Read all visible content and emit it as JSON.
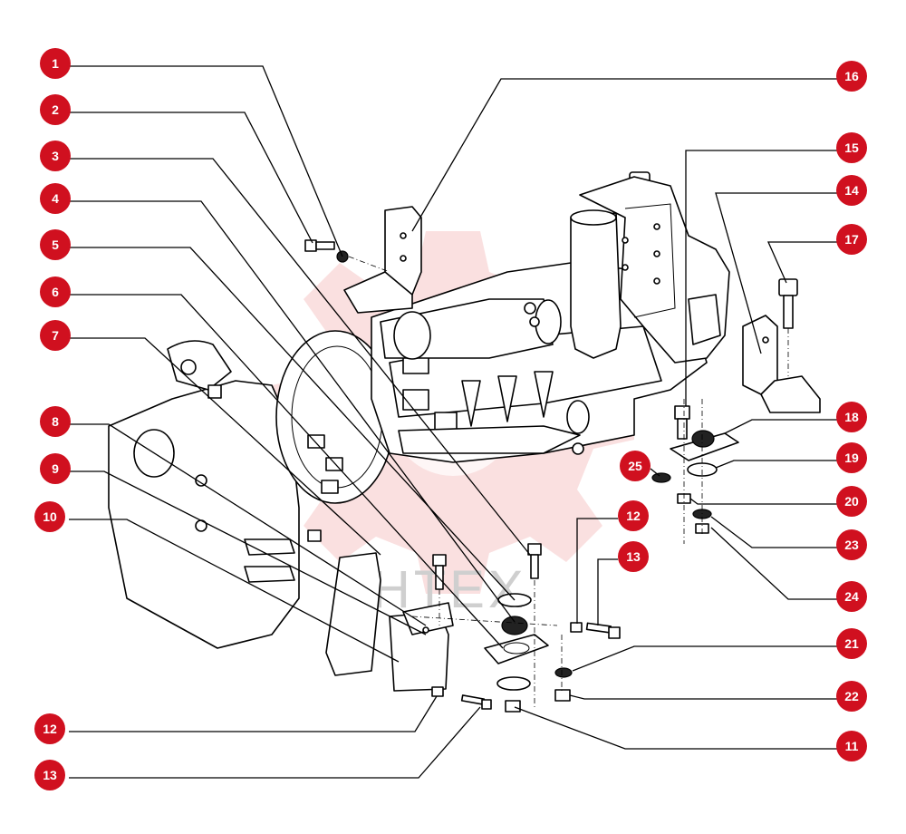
{
  "watermark": {
    "text": "УНТЕХ",
    "color": "#d0101f"
  },
  "accent_color": "#d0101f",
  "callouts": [
    {
      "id": "c1",
      "label": "1"
    },
    {
      "id": "c2",
      "label": "2"
    },
    {
      "id": "c3",
      "label": "3"
    },
    {
      "id": "c4",
      "label": "4"
    },
    {
      "id": "c5",
      "label": "5"
    },
    {
      "id": "c6",
      "label": "6"
    },
    {
      "id": "c7",
      "label": "7"
    },
    {
      "id": "c8",
      "label": "8"
    },
    {
      "id": "c9",
      "label": "9"
    },
    {
      "id": "c10",
      "label": "10"
    },
    {
      "id": "c12a",
      "label": "12"
    },
    {
      "id": "c13a",
      "label": "13"
    },
    {
      "id": "c16",
      "label": "16"
    },
    {
      "id": "c15",
      "label": "15"
    },
    {
      "id": "c14",
      "label": "14"
    },
    {
      "id": "c17",
      "label": "17"
    },
    {
      "id": "c18",
      "label": "18"
    },
    {
      "id": "c19",
      "label": "19"
    },
    {
      "id": "c25",
      "label": "25"
    },
    {
      "id": "c20",
      "label": "20"
    },
    {
      "id": "c12b",
      "label": "12"
    },
    {
      "id": "c13b",
      "label": "13"
    },
    {
      "id": "c23",
      "label": "23"
    },
    {
      "id": "c24",
      "label": "24"
    },
    {
      "id": "c21",
      "label": "21"
    },
    {
      "id": "c22",
      "label": "22"
    },
    {
      "id": "c11",
      "label": "11"
    }
  ]
}
